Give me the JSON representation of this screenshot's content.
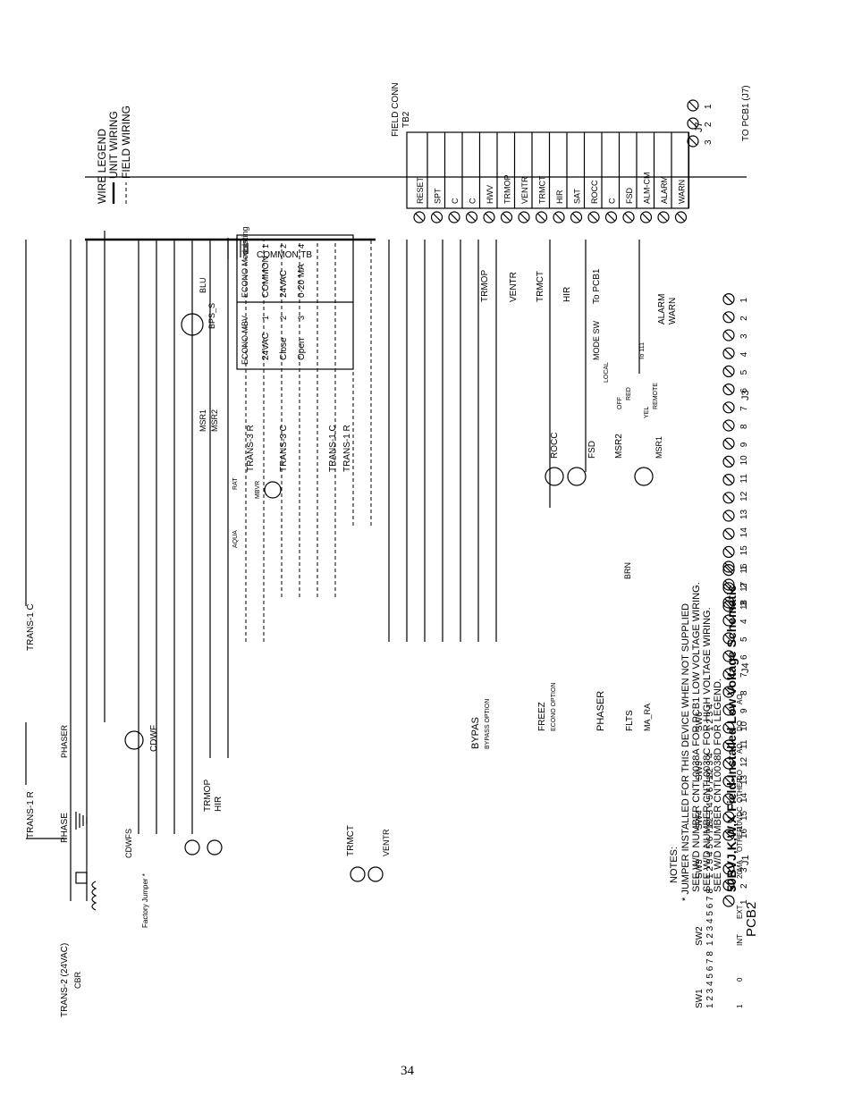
{
  "page_number": "34",
  "title": "50BVJ,K,W,X Field-Installed Low Voltage Schematic",
  "legend": {
    "heading": "WIRE LEGEND",
    "unit": "UNIT WIRING",
    "field": "FIELD WIRING"
  },
  "notes": {
    "heading": "NOTES:",
    "lines": [
      "* JUMPER INSTALLED FOR THIS DEVICE WHEN NOT SUPPLIED",
      "SEE W/D NUMBER CNTL0038A FOR PCB1 LOW VOLTAGE WIRING.",
      "SEE W/D NUMBER CNTL0038C FOR HIGH VOLTAGE WIRING.",
      "SEE W/D NUMBER CNTL0038D FOR LEGEND."
    ]
  },
  "pcb2": {
    "label": "PCB2",
    "j1": {
      "label": "J1",
      "pins": [
        "1",
        "2",
        "3"
      ]
    },
    "j4": {
      "label": "J4",
      "pins": [
        "16",
        "15",
        "14",
        "13",
        "12",
        "11",
        "10",
        "9",
        "8",
        "7",
        "6",
        "5",
        "4",
        "3",
        "2",
        "1"
      ]
    },
    "j3": {
      "label": "J3",
      "pins": [
        "18",
        "17",
        "16",
        "15",
        "14",
        "13",
        "12",
        "11",
        "10",
        "9",
        "8",
        "7",
        "6",
        "5",
        "4",
        "3",
        "2",
        "1"
      ]
    },
    "j7": {
      "label": "J7",
      "pins": [
        "3",
        "2",
        "1"
      ],
      "to_label": "TO PCB1 (J7)"
    },
    "switches": [
      {
        "name": "SW1",
        "digits": "1 2 3 4 5 6 7 8",
        "o1": "1",
        "o2": "0"
      },
      {
        "name": "SW2",
        "digits": "1 2 3 4 5 6 7 8",
        "o1": "INT",
        "o2": "EXT"
      },
      {
        "name": "SW3",
        "digits": "1 2 3 4 5 6 7 8",
        "o1": "20MA",
        "o2": "OTHER"
      },
      {
        "name": "SW4",
        "digits": "1 2 3 4 5 6 7 8",
        "o1": "10VDC",
        "o2": "OTHER"
      },
      {
        "name": "SW5",
        "digits": "1   2   3   4",
        "o1": "DO",
        "o2": "AO"
      },
      {
        "name": "SW6",
        "digits": "1   2   3   4",
        "o1": "DO",
        "o2": "AO"
      }
    ]
  },
  "components": {
    "trans2": "TRANS-2 (24VAC)",
    "cbr": "CBR",
    "trans1r": "TRANS-1 R",
    "trans1c": "TRANS-1 C",
    "trans1c_b": "TRANS-1 C",
    "trans1r_b": "TRANS-1 R",
    "trans3r": "TRANS-3 R",
    "trans3c": "TRANS-3 C",
    "common_tb": "COMMON TB",
    "phase": "PHASE",
    "phaser_top": "PHASER",
    "cdwfs": "CDWFS",
    "cdwf": "CDWF",
    "factory_jumper": "Factory Jumper *",
    "trmop": "TRMOP",
    "hir": "HIR",
    "trmct": "TRMCT",
    "ventr": "VENTR",
    "aqua": "AQUA",
    "rat": "RAT",
    "mbvr": "MBVR",
    "blu": "BLU",
    "bps_s": "BPS_S",
    "msr1": "MSR1",
    "msr2": "MSR2",
    "econo_mbv": "ECONO MBV",
    "econo_mod": "ECONO Modulating",
    "mbv_rows": [
      "24VAC",
      "Close",
      "Open"
    ],
    "mbv_nums": [
      "1",
      "2",
      "3"
    ],
    "mod_rows": [
      "COMMON",
      "24VAC",
      "0-20 MA"
    ],
    "mod_nums": [
      "1",
      "2",
      "4"
    ],
    "bypas": "BYPAS",
    "bypass_option": "BYPASS OPTION",
    "freez": "FREEZ",
    "econo_option": "ECONO OPTION",
    "phaser": "PHASER",
    "flts": "FLTS",
    "ma_ra": "MA_RA",
    "brn": "BRN",
    "rocc": "ROCC",
    "fsd": "FSD",
    "msr2_b": "MSR2",
    "msr1_b": "MSR1",
    "mode_sw": "MODE SW",
    "local": "LOCAL",
    "off": "OFF",
    "red": "RED",
    "yel": "YEL",
    "remote": "REMOTE",
    "to_111": "To 111",
    "field_conn": "FIELD CONN",
    "tb2": "TB2",
    "tb2_labels": [
      "RESET",
      "SPT",
      "C",
      "C",
      "HWV",
      "TRMOP",
      "VENTR",
      "TRMCT",
      "HIR",
      "SAT",
      "ROCC",
      "C",
      "FSD",
      "ALM-CM",
      "ALARM",
      "WARN"
    ],
    "trmop_r": "TRMOP",
    "ventr_r": "VENTR",
    "trmct_r": "TRMCT",
    "hir_r": "HIR",
    "to_pcb1": "To PCB1",
    "alarm": "ALARM",
    "warn": "WARN"
  }
}
